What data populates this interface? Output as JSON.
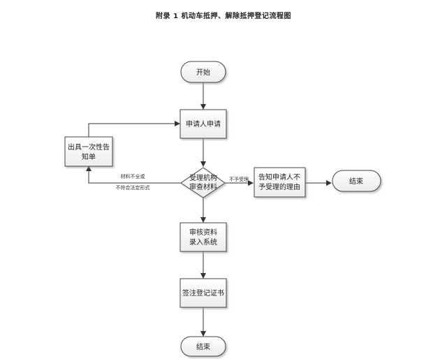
{
  "title": "附录 1    机动车抵押、解除抵押登记流程图",
  "nodes": {
    "start": "开始",
    "apply": "申请人申请",
    "review_line1": "受理机构",
    "review_line2": "审查材料",
    "issue_notice_line1": "出具一次性告",
    "issue_notice_line2": "知单",
    "reject_reason_line1": "告知申请人不",
    "reject_reason_line2": "予受理的理由",
    "end_right": "结束",
    "enter_line1": "审核资料",
    "enter_line2": "录入系统",
    "sign": "签注登记证书",
    "end_bottom": "结束"
  },
  "edges": {
    "incomplete_line1": "材料不全或",
    "incomplete_line2": "不符合法定形式",
    "not_accepted": "不予受理"
  }
}
